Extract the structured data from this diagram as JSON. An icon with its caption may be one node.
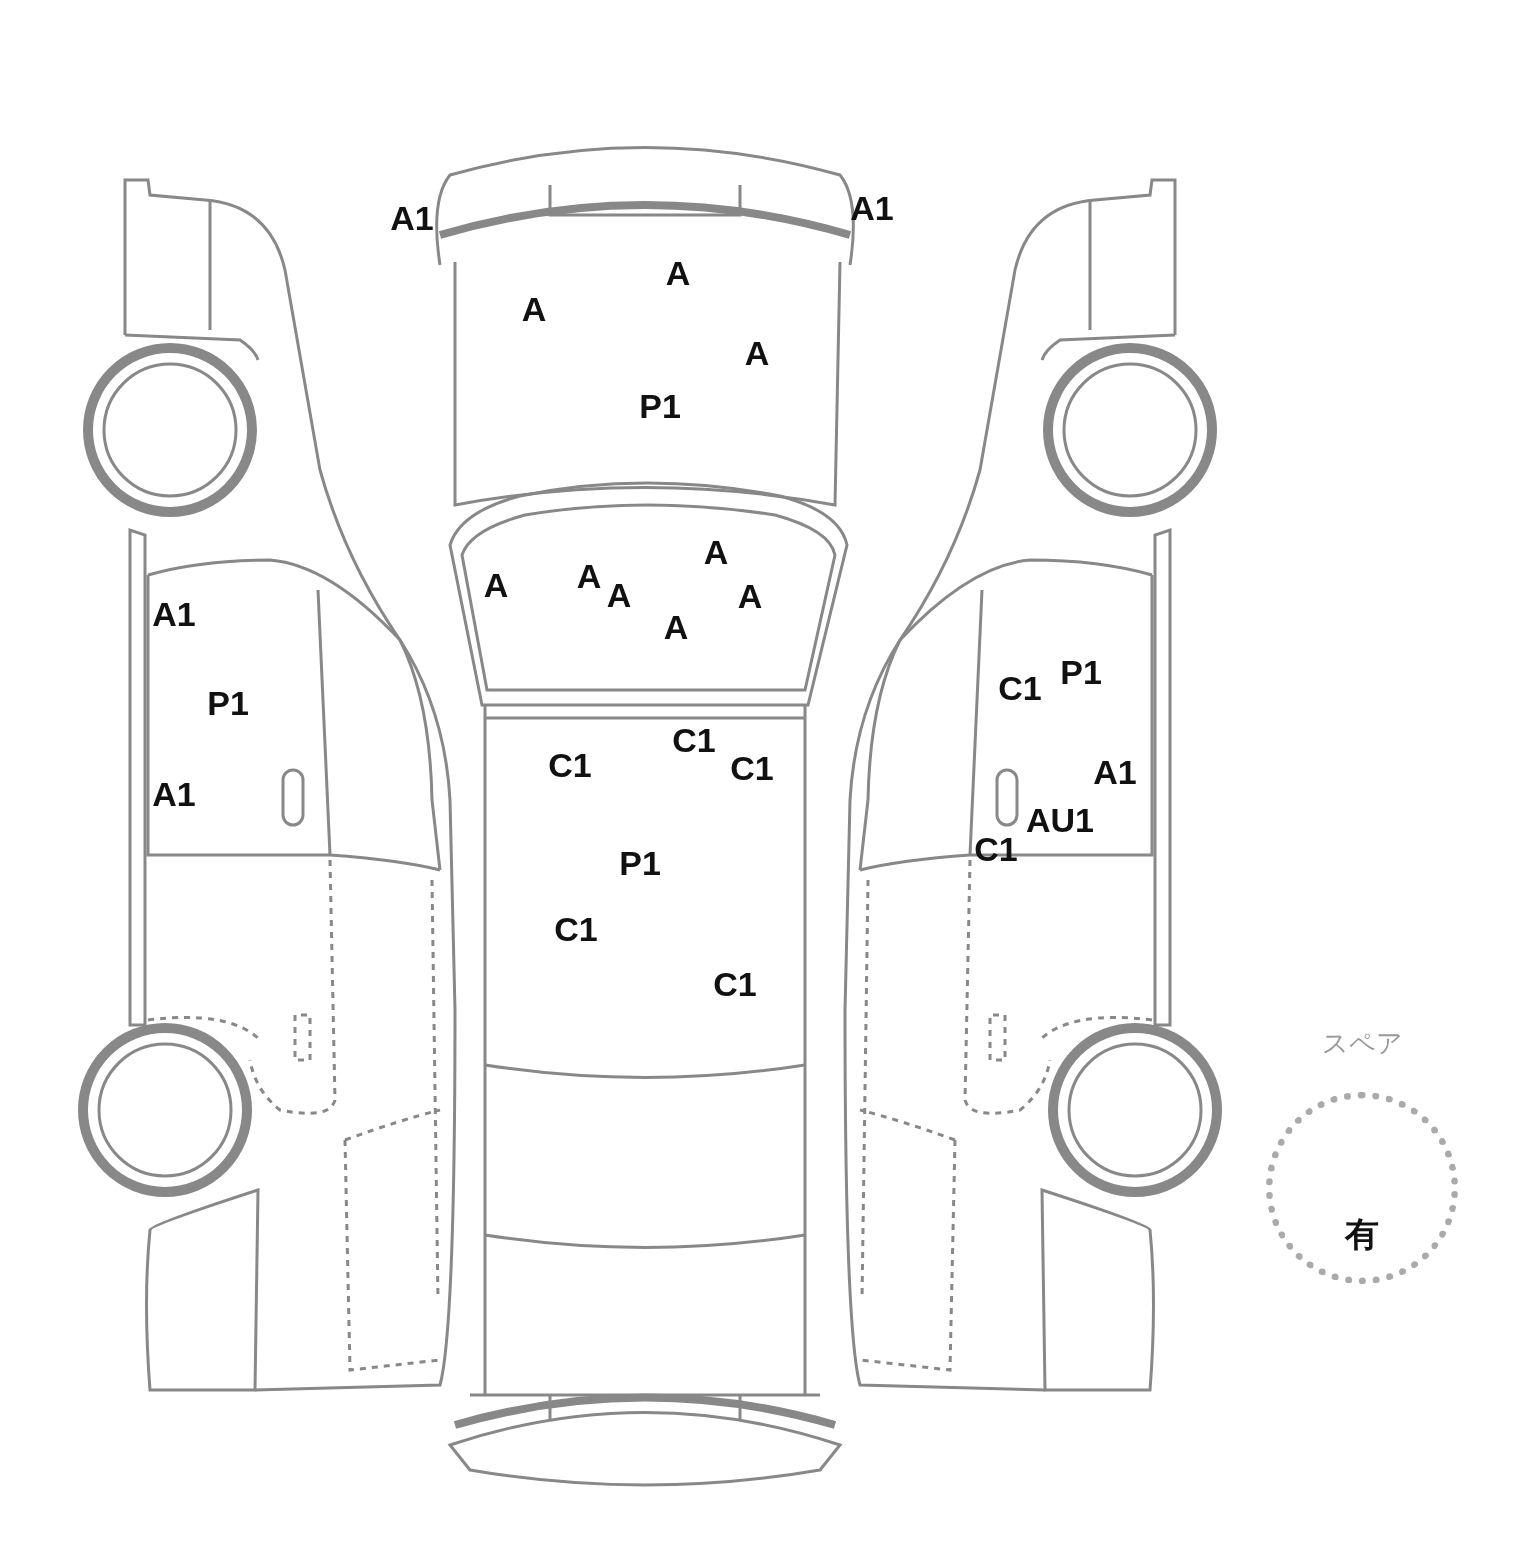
{
  "diagram": {
    "nodes": [
      {
        "text": [
          "スペア",
          "有"
        ]
      }
    ],
    "labels": [
      "A1",
      "A1",
      "A",
      "A",
      "A",
      "P1",
      "A",
      "A",
      "A",
      "A",
      "A",
      "A",
      "A1",
      "P1",
      "C1",
      "P1",
      "C1",
      "C1",
      "C1",
      "A1",
      "A1",
      "AU1",
      "C1",
      "P1",
      "C1",
      "C1"
    ]
  }
}
